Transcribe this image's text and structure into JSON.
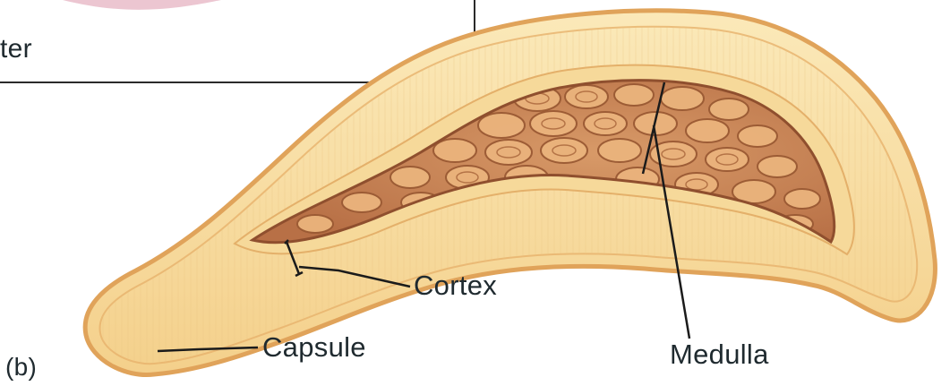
{
  "labels": {
    "fragment": "ter",
    "cortex": "Cortex",
    "capsule": "Capsule",
    "medulla": "Medulla",
    "panel": "(b)"
  },
  "colors": {
    "capsule_outline": "#e2a75e",
    "cortex_fill": "#f8e0a6",
    "medulla_fill": "#c9865a",
    "follicle_fill": "#eab47d",
    "leader_line": "#1b1b1b"
  }
}
